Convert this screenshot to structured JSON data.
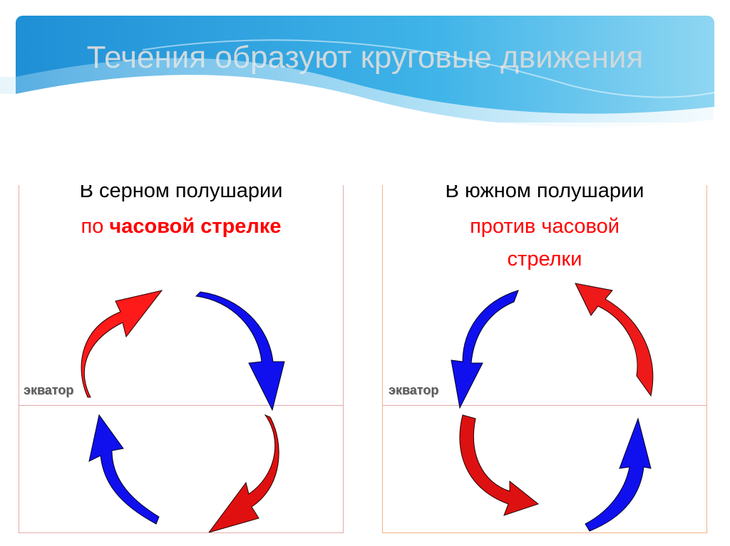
{
  "slide": {
    "title": "Течения образуют круговые движения"
  },
  "left_panel": {
    "heading": "В серном полушарии",
    "subtitle_prefix": "по ",
    "subtitle_bold": "часовой стрелке",
    "equator_label": "экватор",
    "arrow_colors": [
      "#ff1a1a",
      "#1010ee",
      "#1010ee",
      "#e01010"
    ]
  },
  "right_panel": {
    "heading": "В южном полушарии",
    "subtitle_line1": "против часовой",
    "subtitle_line2": "стрелки",
    "equator_label": "экватор",
    "arrow_colors": [
      "#1010ee",
      "#ee1a1a",
      "#dd1111",
      "#1010ee"
    ]
  },
  "colors": {
    "red": "#ff0000",
    "blue": "#1212f0",
    "banner": "#2ea7e0"
  }
}
